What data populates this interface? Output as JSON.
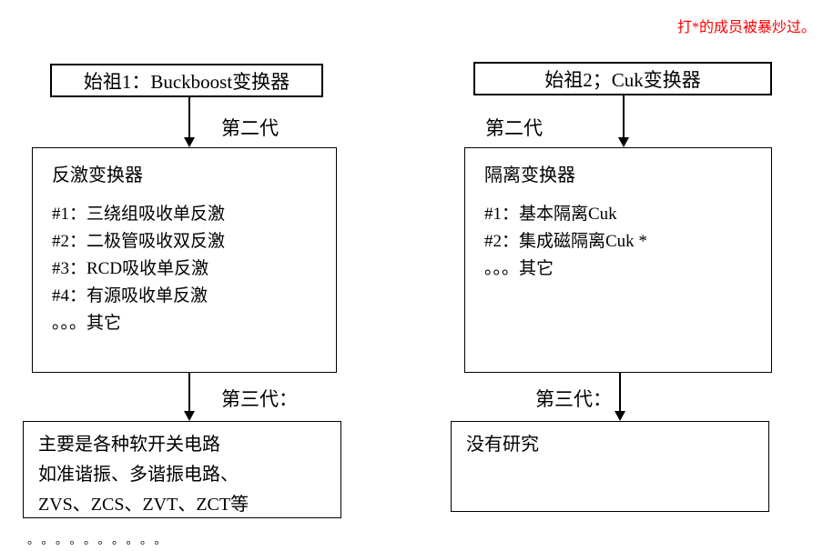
{
  "note": {
    "text": "打*的成员被暴炒过。"
  },
  "colors": {
    "note": "#ff0000",
    "line": "#000000",
    "background": "#ffffff"
  },
  "left": {
    "ancestor": "始祖1：Buckboost变换器",
    "gen2_label": "第二代",
    "gen2_title": "反激变换器",
    "gen2_items": [
      "#1：三绕组吸收单反激",
      "#2：二极管吸收双反激",
      "#3：RCD吸收单反激",
      "#4：有源吸收单反激",
      "。。。其它"
    ],
    "gen3_label": "第三代：",
    "gen3_lines": [
      "主要是各种软开关电路",
      "如准谐振、多谐振电路、",
      "ZVS、ZCS、ZVT、ZCT等"
    ],
    "dots": "。。。。。。。。。。"
  },
  "right": {
    "ancestor": "始祖2；Cuk变换器",
    "gen2_label": "第二代",
    "gen2_title": "隔离变换器",
    "gen2_items": [
      "#1：基本隔离Cuk",
      "#2：集成磁隔离Cuk *",
      "。。。其它"
    ],
    "gen3_label": "第三代：",
    "gen3_lines": [
      "没有研究"
    ]
  }
}
